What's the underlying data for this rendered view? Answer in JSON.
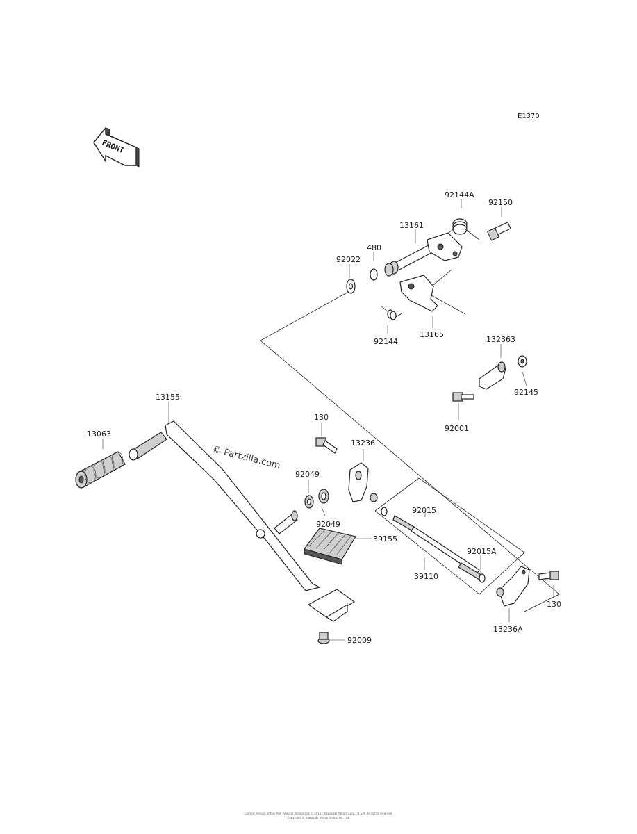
{
  "diagram_code": "E1370",
  "front_badge": "FRONT",
  "watermark": "© Partzilla.com",
  "parts": {
    "p92144A": "92144A",
    "p92150": "92150",
    "p13161": "13161",
    "p480": "480",
    "p92022": "92022",
    "p92144": "92144",
    "p13165": "13165",
    "p132363": "132363",
    "p92145": "92145",
    "p92001": "92001",
    "p13155": "13155",
    "p13063": "13063",
    "p130a": "130",
    "p13236": "13236",
    "p92049a": "92049",
    "p92049b": "92049",
    "p92015": "92015",
    "p92015A": "92015A",
    "p39155": "39155",
    "p39110": "39110",
    "p130b": "130",
    "p13236A": "13236A",
    "p92009": "92009"
  },
  "footer": {
    "line1": "Current Version of this PDF (Vehicle Version) as of 2011 - Kawasaki Motors Corp., U.S.A. All rights reserved.",
    "line2": "Copyright © Kawasaki Heavy Industries, Ltd."
  }
}
